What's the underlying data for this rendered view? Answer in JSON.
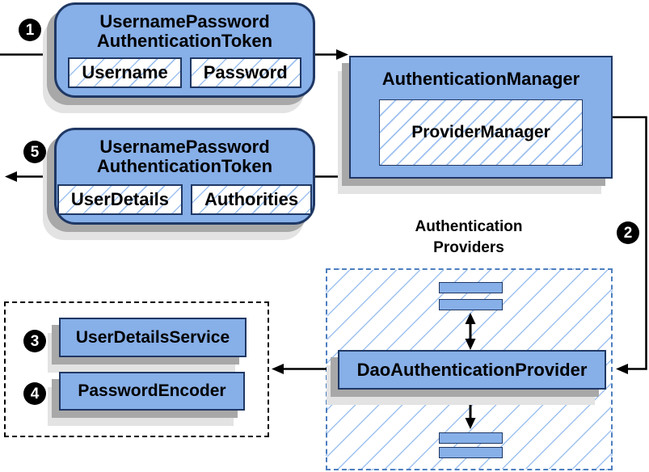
{
  "steps": [
    "1",
    "2",
    "3",
    "4",
    "5"
  ],
  "request_token": {
    "title": "UsernamePassword\nAuthenticationToken",
    "fields": [
      "Username",
      "Password"
    ]
  },
  "auth_manager": {
    "title": "AuthenticationManager",
    "provider_manager": "ProviderManager"
  },
  "response_token": {
    "title": "UsernamePassword\nAuthenticationToken",
    "fields": [
      "UserDetails",
      "Authorities"
    ]
  },
  "providers": {
    "title": "Authentication\nProviders",
    "dao_provider": "DaoAuthenticationProvider"
  },
  "services": {
    "user_details_service": "UserDetailsService",
    "password_encoder": "PasswordEncoder"
  },
  "colors": {
    "box_fill": "#87AFE8",
    "box_border": "#1F3864",
    "hatch_line": "#9EC1F0",
    "providers_dash_border": "#4D7EBF",
    "services_dash_border": "#000000",
    "connector": "#000000",
    "shadow_dark": "#A8A8A8",
    "shadow_light": "#E3E3E3",
    "badge_bg": "#000000",
    "badge_text": "#FFFFFF"
  }
}
